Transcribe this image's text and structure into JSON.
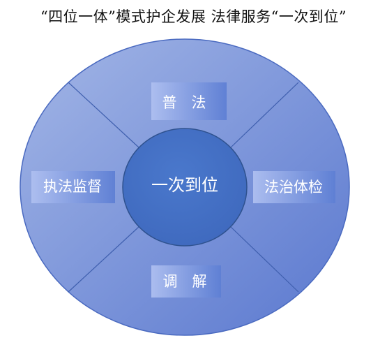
{
  "title": "“四位一体”模式护企发展 法律服务“一次到位”",
  "diagram": {
    "center": "一次到位",
    "segments": {
      "top": "普　法",
      "right": "法治体检",
      "bottom": "调　解",
      "left": "执法监督"
    }
  },
  "colors": {
    "outer_light": "#9bb0e4",
    "outer_dark": "#5b7bd0",
    "outline": "#4a6ac0",
    "center_fill": "#4472c4",
    "center_stroke": "#2f528f",
    "label_box_light": "#a8bcec",
    "label_box_dark": "#6283d6"
  }
}
